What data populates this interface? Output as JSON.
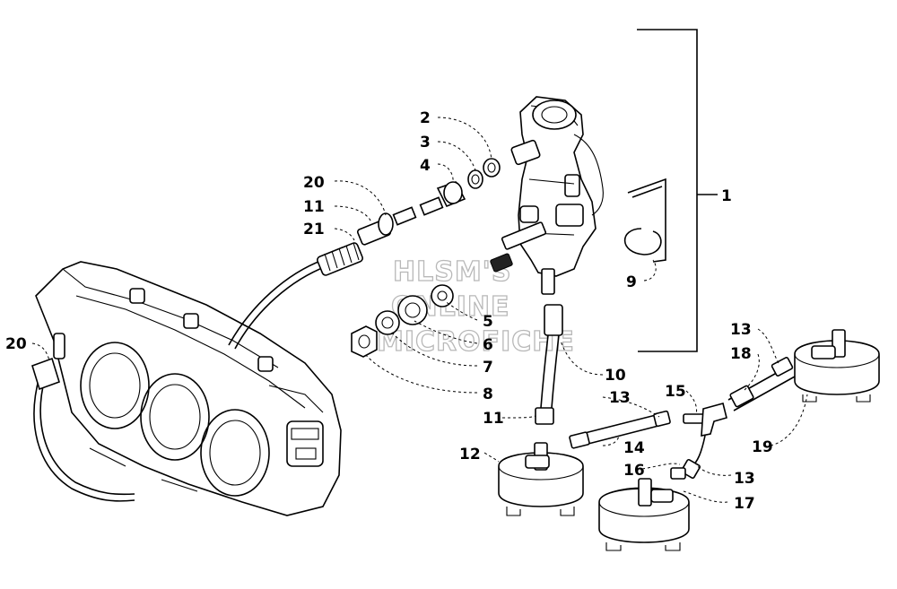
{
  "watermark": [
    "HLSM'S",
    "ONLINE",
    "MICROFICHE"
  ],
  "callouts": {
    "c1": "1",
    "c2": "2",
    "c3": "3",
    "c4": "4",
    "c5": "5",
    "c6": "6",
    "c7": "7",
    "c8": "8",
    "c9": "9",
    "c10": "10",
    "c11a": "11",
    "c11b": "11",
    "c12": "12",
    "c13a": "13",
    "c13b": "13",
    "c13c": "13",
    "c14": "14",
    "c15": "15",
    "c16": "16",
    "c17": "17",
    "c18": "18",
    "c19": "19",
    "c20a": "20",
    "c20b": "20",
    "c21": "21"
  }
}
